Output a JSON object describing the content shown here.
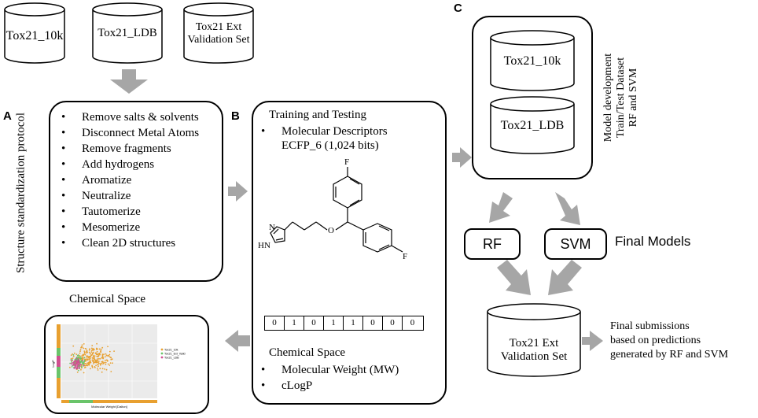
{
  "colors": {
    "arrow": "#a6a6a6",
    "stroke": "#000000",
    "background": "#ffffff"
  },
  "inputs": [
    {
      "label": "Tox21_10k"
    },
    {
      "label": "Tox21_LDB"
    },
    {
      "label": "Tox21 Ext Validation Set"
    }
  ],
  "section_a": {
    "letter": "A",
    "vertical_title": "Structure standardization protocol",
    "steps": [
      "Remove salts & solvents",
      "Disconnect Metal Atoms",
      "Remove fragments",
      "Add hydrogens",
      "Aromatize",
      "Neutralize",
      "Tautomerize",
      "Mesomerize",
      "Clean 2D structures"
    ]
  },
  "section_b": {
    "letter": "B",
    "heading": "Training and Testing",
    "descriptors": [
      "Molecular Descriptors ECFP_6 (1,024 bits)"
    ],
    "atom_labels": {
      "fluorine_top": "F",
      "fluorine_right": "F",
      "oxygen": "O",
      "nitrogen": "N",
      "nh": "HN"
    },
    "bits": [
      "0",
      "1",
      "0",
      "1",
      "1",
      "0",
      "0",
      "0"
    ],
    "chem_space_heading": "Chemical Space",
    "chem_space_items": [
      "Molecular Weight (MW)",
      "cLogP"
    ]
  },
  "section_c": {
    "letter": "C",
    "vertical_title_lines": [
      "Model development",
      "Train/Test Dataset",
      "RF and SVM"
    ],
    "datasets": [
      "Tox21_10k",
      "Tox21_LDB"
    ]
  },
  "models": {
    "rf": "RF",
    "svm": "SVM",
    "caption": "Final Models"
  },
  "validation": {
    "label": "Tox21 Ext Validation Set"
  },
  "final_submission": {
    "lines": [
      "Final submissions",
      "based on predictions",
      "generated by RF and SVM"
    ]
  },
  "chemical_space_plot": {
    "title": "Chemical Space",
    "xlabel": "Molecular Weight [Dalton]",
    "ylabel": "LogP",
    "legend": [
      "Tox21_10k",
      "Tox21_Ext_Valid",
      "Tox21_LDB"
    ],
    "series_colors": {
      "Tox21_10k": "#e8a030",
      "Tox21_Ext_Valid": "#6ac46a",
      "Tox21_LDB": "#d05090"
    }
  }
}
